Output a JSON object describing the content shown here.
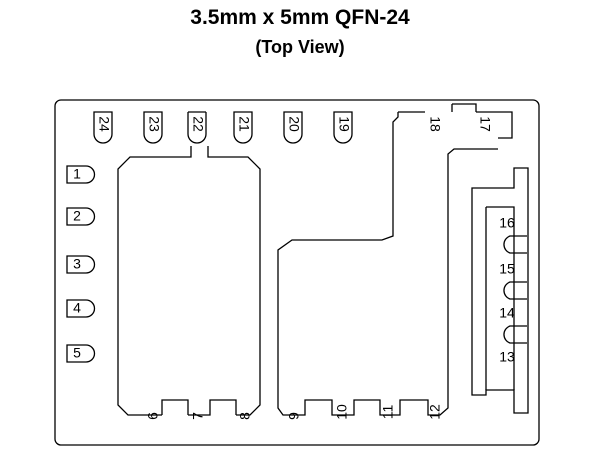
{
  "diagram": {
    "title": "3.5mm x 5mm QFN-24",
    "subtitle": "(Top View)"
  },
  "pins": {
    "p1": "1",
    "p2": "2",
    "p3": "3",
    "p4": "4",
    "p5": "5",
    "p6": "6",
    "p7": "7",
    "p8": "8",
    "p9": "9",
    "p10": "10",
    "p11": "11",
    "p12": "12",
    "p13": "13",
    "p14": "14",
    "p15": "15",
    "p16": "16",
    "p17": "17",
    "p18": "18",
    "p19": "19",
    "p20": "20",
    "p21": "21",
    "p22": "22",
    "p23": "23",
    "p24": "24"
  },
  "colors": {
    "stroke": "#000000",
    "background": "#ffffff"
  }
}
